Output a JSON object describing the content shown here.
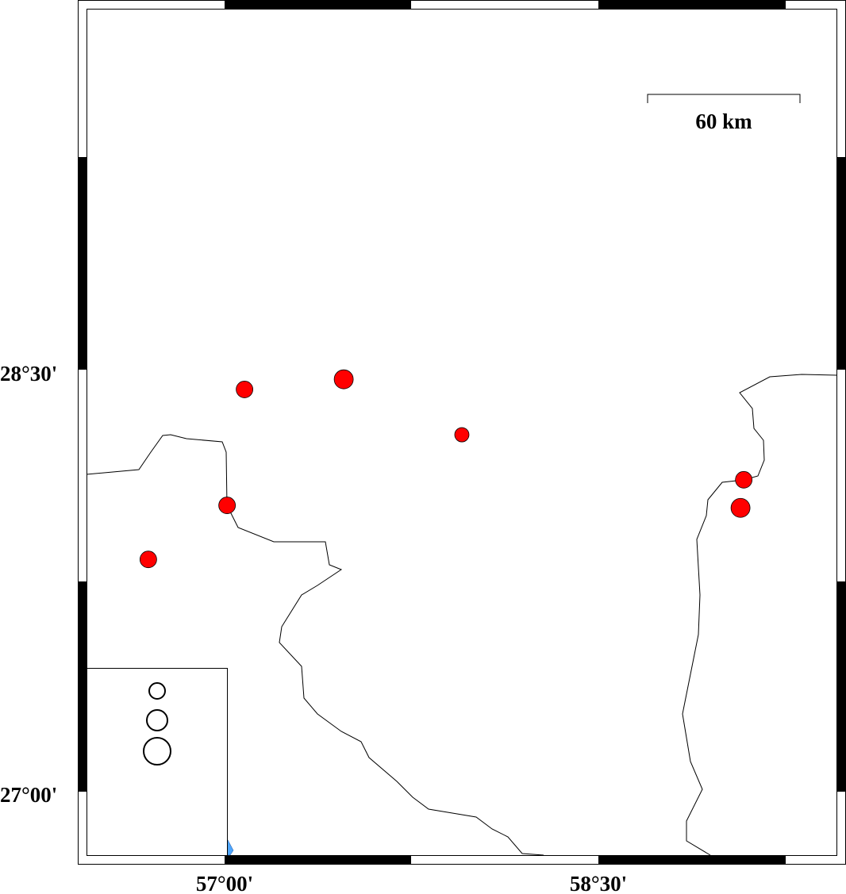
{
  "map": {
    "extent": {
      "lon_min": 56.446,
      "lon_max": 59.455,
      "lat_min": 26.775,
      "lat_max": 29.783
    },
    "scale_bar_label": "60 km",
    "lon_ticks": [
      {
        "value": 57.0,
        "label": "57°00'"
      },
      {
        "value": 58.5,
        "label": "58°30'"
      }
    ],
    "lat_ticks": [
      {
        "value": 28.5,
        "label": "28°30'"
      },
      {
        "value": 27.0,
        "label": "27°00'"
      }
    ],
    "event_color": "#ff0000",
    "coast_color": "#000000",
    "water_color": "#4da6ff",
    "events": [
      {
        "lon": 57.08,
        "lat": 28.43,
        "size": 2
      },
      {
        "lon": 57.478,
        "lat": 28.466,
        "size": 3
      },
      {
        "lon": 57.952,
        "lat": 28.269,
        "size": 1
      },
      {
        "lon": 59.083,
        "lat": 28.109,
        "size": 2
      },
      {
        "lon": 59.07,
        "lat": 28.009,
        "size": 3
      },
      {
        "lon": 57.01,
        "lat": 28.018,
        "size": 2
      },
      {
        "lon": 56.694,
        "lat": 27.826,
        "size": 2
      }
    ],
    "legend_sizes": [
      1,
      2,
      3
    ]
  }
}
